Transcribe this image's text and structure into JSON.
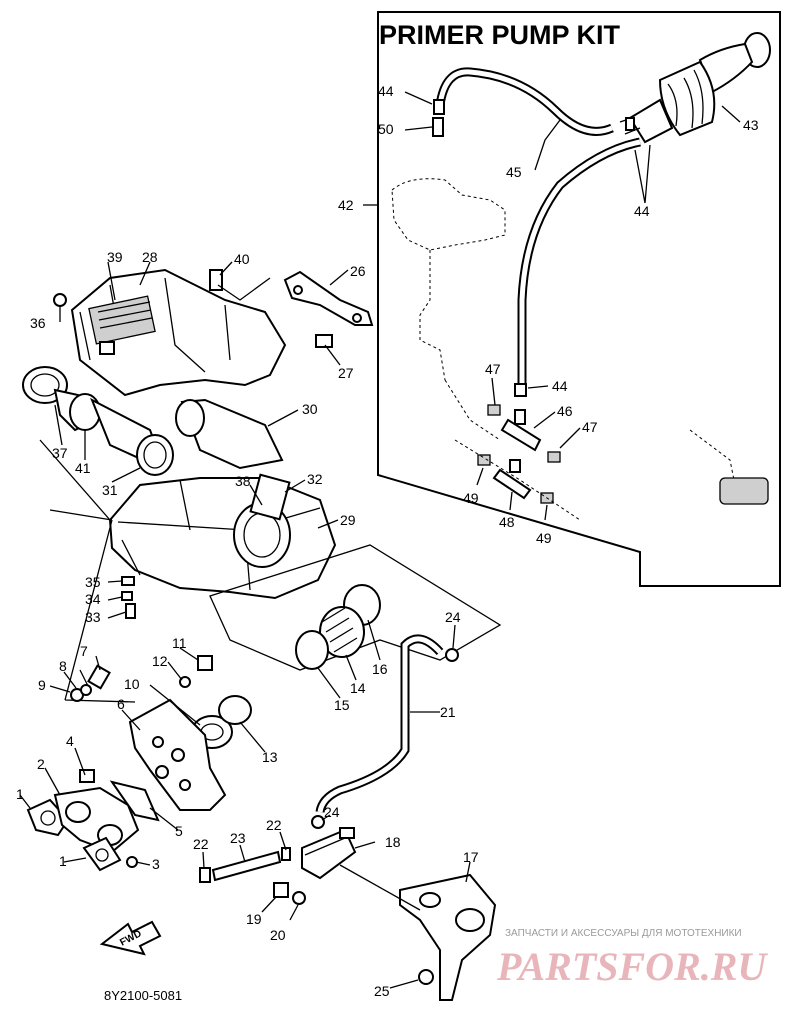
{
  "kit": {
    "title": "PRIMER PUMP KIT"
  },
  "diagram_code": "8Y2100-5081",
  "forward_arrow": {
    "label": "FWD",
    "icon": "forward-arrow-icon"
  },
  "watermark": {
    "line1": "ЗАПЧАСТИ И АКСЕССУАРЫ ДЛЯ МОТОТЕХНИКИ",
    "line2": "PARTSFOR.RU",
    "color": "#e8b5ba"
  },
  "callouts": [
    {
      "id": "c1a",
      "text": "1"
    },
    {
      "id": "c1b",
      "text": "1"
    },
    {
      "id": "c2",
      "text": "2"
    },
    {
      "id": "c3",
      "text": "3"
    },
    {
      "id": "c4",
      "text": "4"
    },
    {
      "id": "c5",
      "text": "5"
    },
    {
      "id": "c6",
      "text": "6"
    },
    {
      "id": "c7",
      "text": "7"
    },
    {
      "id": "c8",
      "text": "8"
    },
    {
      "id": "c9",
      "text": "9"
    },
    {
      "id": "c10",
      "text": "10"
    },
    {
      "id": "c11",
      "text": "11"
    },
    {
      "id": "c12",
      "text": "12"
    },
    {
      "id": "c13",
      "text": "13"
    },
    {
      "id": "c14",
      "text": "14"
    },
    {
      "id": "c15",
      "text": "15"
    },
    {
      "id": "c16",
      "text": "16"
    },
    {
      "id": "c17",
      "text": "17"
    },
    {
      "id": "c18",
      "text": "18"
    },
    {
      "id": "c19",
      "text": "19"
    },
    {
      "id": "c20",
      "text": "20"
    },
    {
      "id": "c21",
      "text": "21"
    },
    {
      "id": "c22a",
      "text": "22"
    },
    {
      "id": "c22b",
      "text": "22"
    },
    {
      "id": "c23",
      "text": "23"
    },
    {
      "id": "c24a",
      "text": "24"
    },
    {
      "id": "c24b",
      "text": "24"
    },
    {
      "id": "c25",
      "text": "25"
    },
    {
      "id": "c26",
      "text": "26"
    },
    {
      "id": "c27",
      "text": "27"
    },
    {
      "id": "c28",
      "text": "28"
    },
    {
      "id": "c29",
      "text": "29"
    },
    {
      "id": "c30",
      "text": "30"
    },
    {
      "id": "c31",
      "text": "31"
    },
    {
      "id": "c32",
      "text": "32"
    },
    {
      "id": "c33",
      "text": "33"
    },
    {
      "id": "c34",
      "text": "34"
    },
    {
      "id": "c35",
      "text": "35"
    },
    {
      "id": "c36",
      "text": "36"
    },
    {
      "id": "c37",
      "text": "37"
    },
    {
      "id": "c38",
      "text": "38"
    },
    {
      "id": "c39",
      "text": "39"
    },
    {
      "id": "c40",
      "text": "40"
    },
    {
      "id": "c41",
      "text": "41"
    },
    {
      "id": "c42",
      "text": "42"
    },
    {
      "id": "c43",
      "text": "43"
    },
    {
      "id": "c44a",
      "text": "44"
    },
    {
      "id": "c44b",
      "text": "44"
    },
    {
      "id": "c44c",
      "text": "44"
    },
    {
      "id": "c45",
      "text": "45"
    },
    {
      "id": "c46",
      "text": "46"
    },
    {
      "id": "c47a",
      "text": "47"
    },
    {
      "id": "c47b",
      "text": "47"
    },
    {
      "id": "c48",
      "text": "48"
    },
    {
      "id": "c49a",
      "text": "49"
    },
    {
      "id": "c49b",
      "text": "49"
    },
    {
      "id": "c50",
      "text": "50"
    }
  ]
}
